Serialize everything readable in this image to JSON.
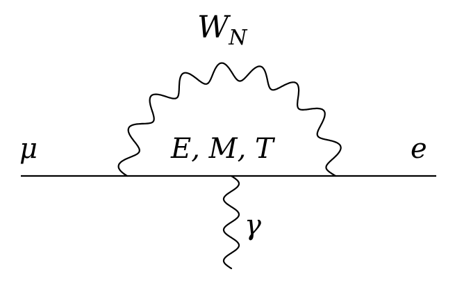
{
  "diagram": {
    "boson_label": "W",
    "boson_label_sub": "N",
    "incoming_label": "μ",
    "outgoing_label": "e",
    "vertex_label": "E, M, T",
    "photon_label": "γ"
  }
}
